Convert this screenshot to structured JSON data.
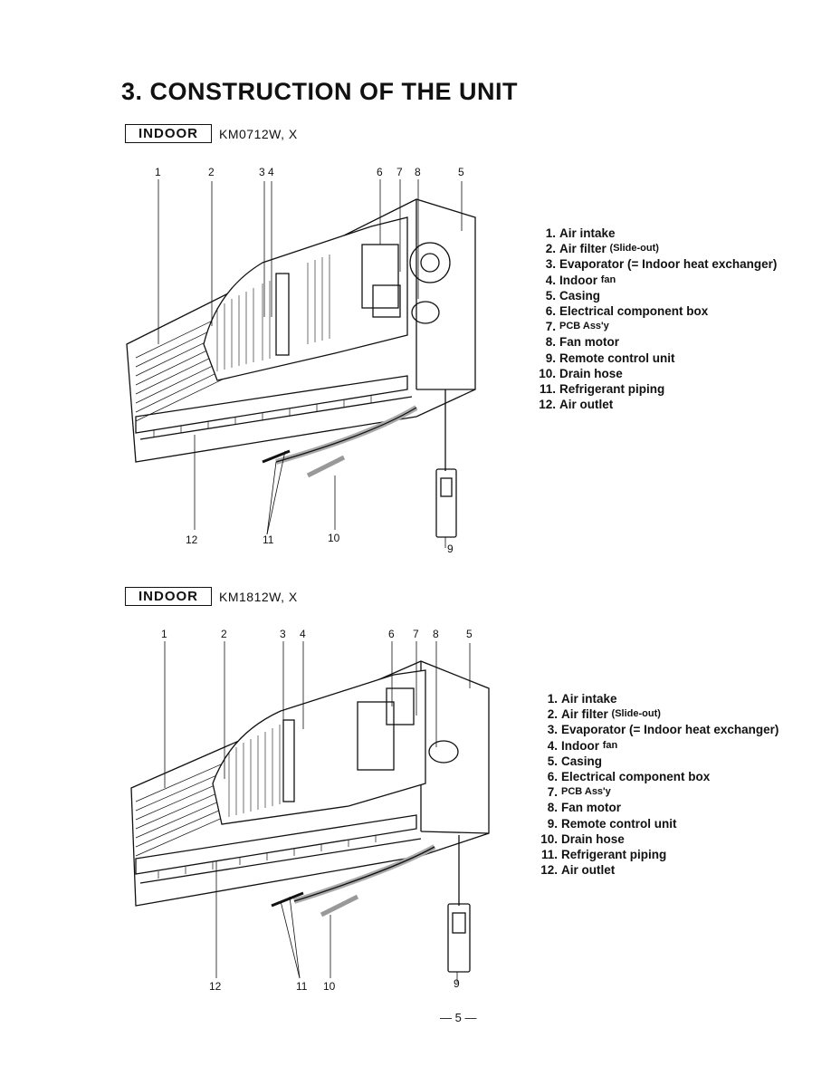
{
  "title": "3. CONSTRUCTION OF THE UNIT",
  "sections": [
    {
      "box_label": "INDOOR",
      "model": "KM0712W, X",
      "callouts": {
        "c1": "1",
        "c2": "2",
        "c34": "3 4",
        "c6": "6",
        "c7": "7",
        "c8": "8",
        "c5": "5",
        "c12": "12",
        "c11": "11",
        "c10": "10",
        "c9": "9"
      },
      "legend": [
        {
          "num": "1.",
          "text": "Air intake"
        },
        {
          "num": "2.",
          "text": "Air filter",
          "note": "(Slide-out)"
        },
        {
          "num": "3.",
          "text": "Evaporator (= Indoor heat exchanger)"
        },
        {
          "num": "4.",
          "text": "Indoor",
          "note": "fan"
        },
        {
          "num": "5.",
          "text": "Casing"
        },
        {
          "num": "6.",
          "text": "Electrical component box"
        },
        {
          "num": "7.",
          "text": "PCB Ass'y"
        },
        {
          "num": "8.",
          "text": "Fan motor"
        },
        {
          "num": "9.",
          "text": "Remote control unit"
        },
        {
          "num": "10.",
          "text": "Drain hose"
        },
        {
          "num": "11.",
          "text": "Refrigerant piping"
        },
        {
          "num": "12.",
          "text": "Air outlet"
        }
      ]
    },
    {
      "box_label": "INDOOR",
      "model": "KM1812W, X",
      "callouts": {
        "c1": "1",
        "c2": "2",
        "c3": "3",
        "c4": "4",
        "c6": "6",
        "c7": "7",
        "c8": "8",
        "c5": "5",
        "c12": "12",
        "c11": "11",
        "c10": "10",
        "c9": "9"
      },
      "legend": [
        {
          "num": "1.",
          "text": "Air intake"
        },
        {
          "num": "2.",
          "text": "Air filter",
          "note": "(Slide-out)"
        },
        {
          "num": "3.",
          "text": "Evaporator (= Indoor heat exchanger)"
        },
        {
          "num": "4.",
          "text": "Indoor",
          "note": "fan"
        },
        {
          "num": "5.",
          "text": "Casing"
        },
        {
          "num": "6.",
          "text": "Electrical component box"
        },
        {
          "num": "7.",
          "text": "PCB Ass'y"
        },
        {
          "num": "8.",
          "text": "Fan motor"
        },
        {
          "num": "9.",
          "text": "Remote control unit"
        },
        {
          "num": "10.",
          "text": "Drain hose"
        },
        {
          "num": "11.",
          "text": "Refrigerant piping"
        },
        {
          "num": "12.",
          "text": "Air outlet"
        }
      ]
    }
  ],
  "page_number": "— 5 —"
}
